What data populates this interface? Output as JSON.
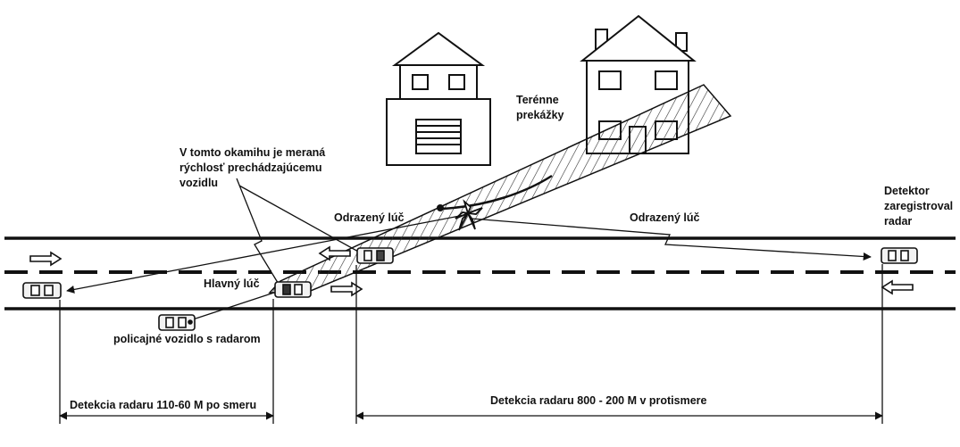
{
  "labels": {
    "measurement_note": [
      "V tomto okamihu je meraná",
      "rýchlosť prechádzajúcemu",
      "vozidlu"
    ],
    "terrain_obstacles": [
      "Terénne",
      "prekážky"
    ],
    "reflected_beam_left": "Odrazený lúč",
    "reflected_beam_right": "Odrazený lúč",
    "detector_note": [
      "Detektor",
      "zaregistroval",
      "radar"
    ],
    "main_beam": "Hlavný lúč",
    "police_vehicle": "policajné vozidlo s radarom",
    "detection_same_direction": "Detekcia radaru 110-60 M po smeru",
    "detection_opposite_direction": "Detekcia radaru 800 - 200 M v protismere"
  },
  "colors": {
    "line": "#111111",
    "background": "#ffffff",
    "car_fill": "#f2f2f2"
  }
}
